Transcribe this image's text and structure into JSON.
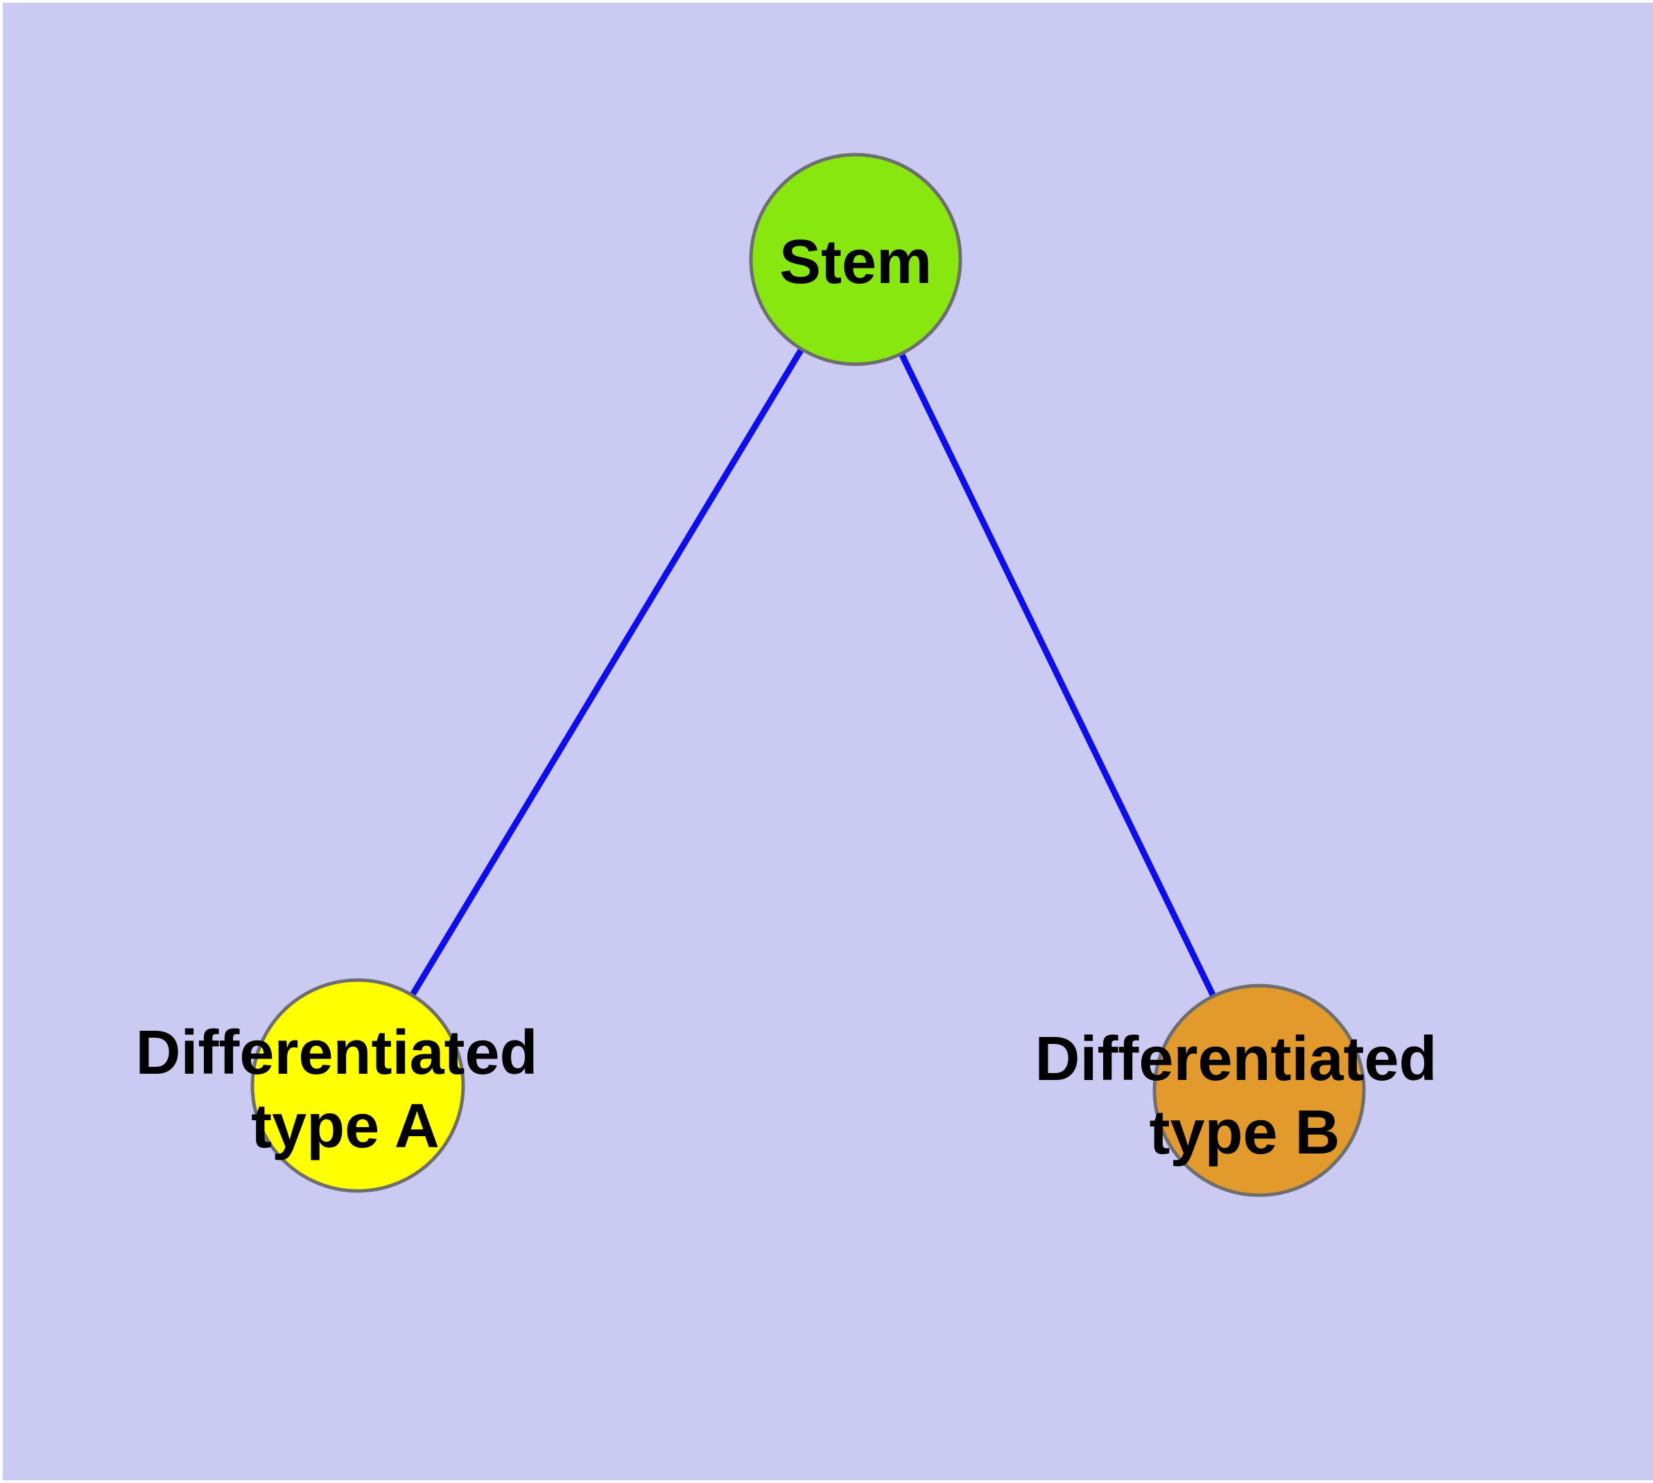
{
  "diagram": {
    "type": "graph",
    "background_color": "#CACAF3",
    "frame_color": "#FFFFFF",
    "node_border_color": "#6E6E6E",
    "edge_color": "#0D0DEE",
    "label_color": "#000000",
    "nodes": {
      "stem": {
        "label": "Stem",
        "color": "#87E70F"
      },
      "type_a": {
        "label_line1": "Differentiated",
        "label_line2": "type A",
        "color": "#FFFF00"
      },
      "type_b": {
        "label_line1": "Differentiated",
        "label_line2": "type B",
        "color": "#E19A2B"
      }
    },
    "edges": [
      {
        "from": "Stem",
        "to": "Differentiated type A"
      },
      {
        "from": "Stem",
        "to": "Differentiated type B"
      }
    ]
  }
}
